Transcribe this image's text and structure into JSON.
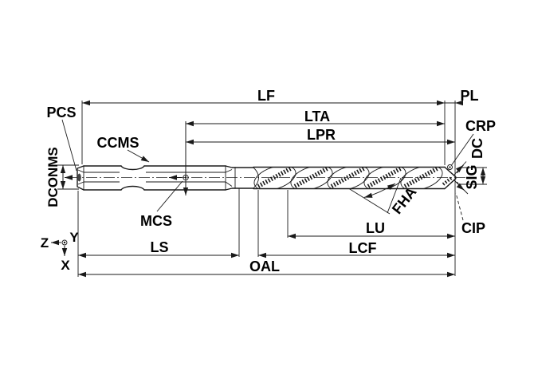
{
  "drawing": {
    "description": "Technical dimension drawing of a twist drill with hex power shank",
    "colors": {
      "line": "#1a1a1a",
      "background": "#ffffff"
    },
    "labels": {
      "lf": "LF",
      "lta": "LTA",
      "lpr": "LPR",
      "pl": "PL",
      "crp": "CRP",
      "dc": "DC",
      "sig": "SIG",
      "cip": "CIP",
      "pcs": "PCS",
      "ccms": "CCMS",
      "dconms": "DCONMS",
      "mcs": "MCS",
      "fha": "FHA",
      "lu": "LU",
      "lcf": "LCF",
      "ls": "LS",
      "oal": "OAL",
      "axis_x": "X",
      "axis_y": "Y",
      "axis_z": "Z"
    }
  }
}
